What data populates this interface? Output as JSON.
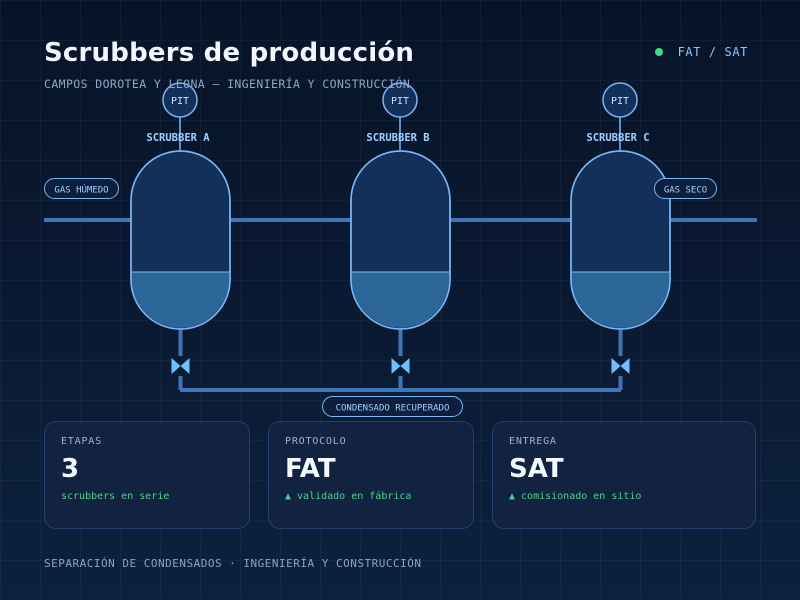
{
  "header": {
    "title": "Scrubbers de producción",
    "subtitle": "CAMPOS DOROTEA Y LEONA — INGENIERÍA Y CONSTRUCCIÓN",
    "status": "FAT / SAT",
    "status_color": "#3ddc84"
  },
  "diagram": {
    "inlet_label": "GAS HÚMEDO",
    "outlet_label": "GAS SECO",
    "condensate_label": "CONDENSADO RECUPERADO",
    "instrument_tag": "PIT",
    "vessels": [
      {
        "name": "SCRUBBER A"
      },
      {
        "name": "SCRUBBER B"
      },
      {
        "name": "SCRUBBER C"
      }
    ],
    "colors": {
      "pipe": "#3f74b5",
      "vessel_fill": "#13305a",
      "vessel_stroke": "#79b8f5",
      "liquid": "#2c6699",
      "valve": "#6fc0ff",
      "label_text": "#9fd1ff"
    }
  },
  "cards": [
    {
      "label": "ETAPAS",
      "value": "3",
      "note": "scrubbers en serie"
    },
    {
      "label": "PROTOCOLO",
      "value": "FAT",
      "note": "▲ validado en fábrica"
    },
    {
      "label": "ENTREGA",
      "value": "SAT",
      "note": "▲ comisionado en sitio"
    }
  ],
  "footer": "SEPARACIÓN DE CONDENSADOS · INGENIERÍA Y CONSTRUCCIÓN"
}
